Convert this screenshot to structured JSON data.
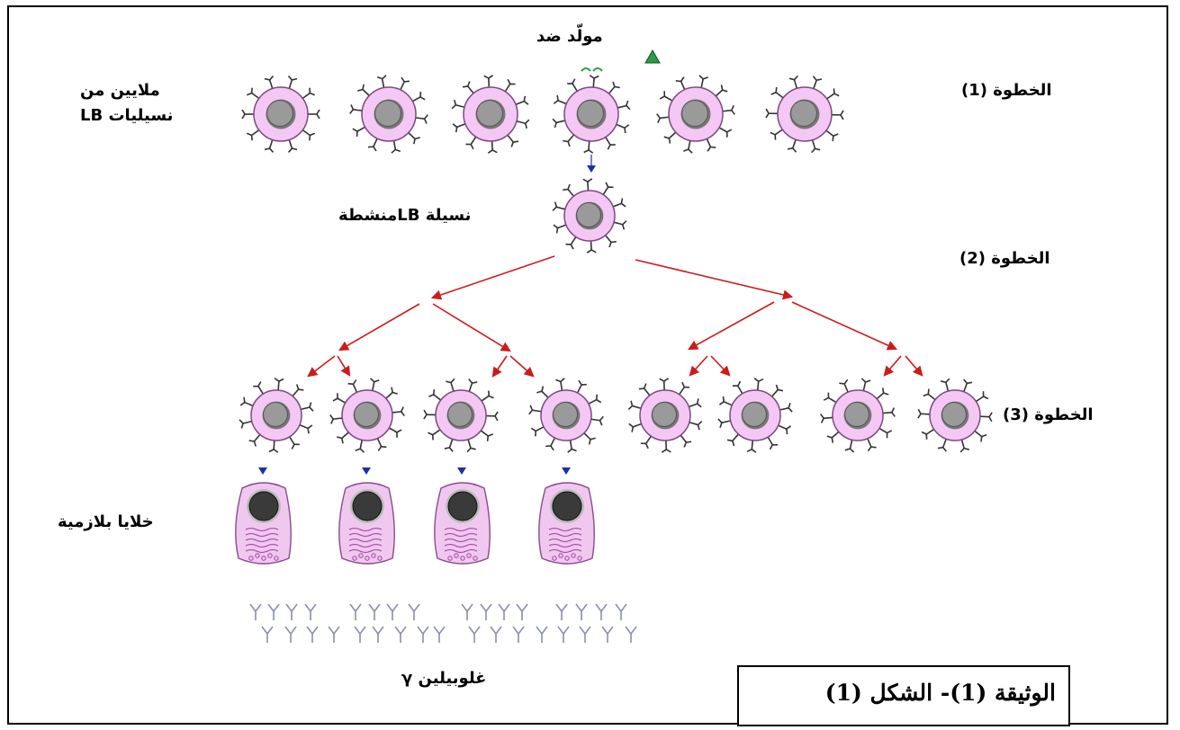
{
  "labels": {
    "antigen": "مولّد ضد",
    "millions_line1": "ملايين من",
    "millions_line2": "نسيليات LB",
    "activated_clone": "نسيلة LBمنشطة",
    "step1": "الخطوة (1)",
    "step2": "الخطوة (2)",
    "step3": "الخطوة (3)",
    "plasma_cells": "خلايا بلازمية",
    "globulin": "γ غلوبيلين",
    "caption": "الوثيقة (1)- الشكل (1)"
  },
  "colors": {
    "cell_fill": "#f4c7f4",
    "cell_stroke": "#7a4a80",
    "nucleus_fill": "#9a9a9a",
    "plasma_nucleus": "#3a3a3a",
    "red_arrow": "#cc1b1b",
    "blue_arrow": "#1c2fa8",
    "antigen_fill": "#2c9a4a",
    "antibody": "#8a8fa8"
  }
}
